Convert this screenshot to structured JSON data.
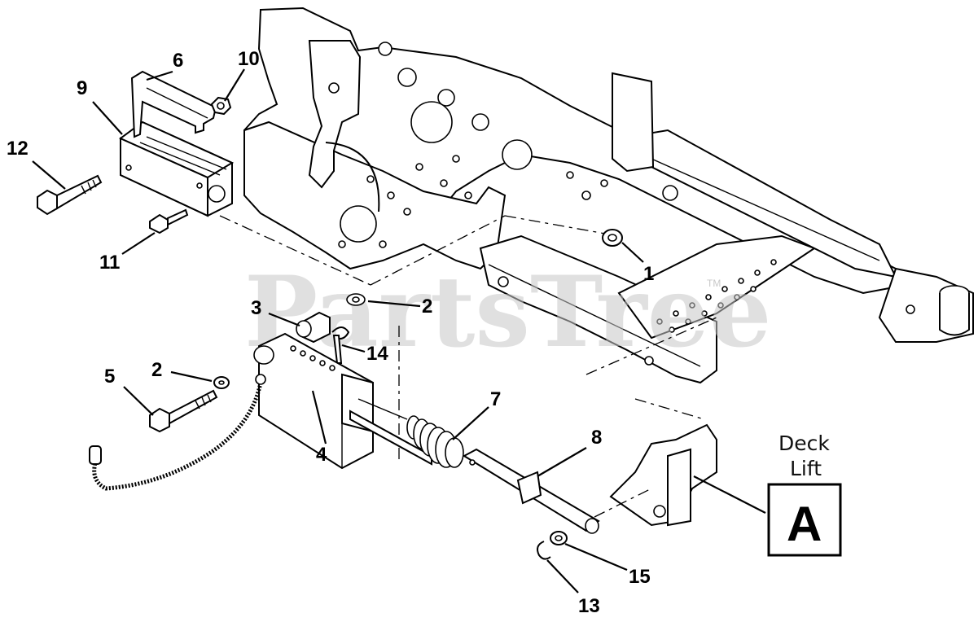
{
  "callouts": [
    {
      "id": "part-1",
      "label": "1"
    },
    {
      "id": "part-2a",
      "label": "2"
    },
    {
      "id": "part-2b",
      "label": "2"
    },
    {
      "id": "part-3",
      "label": "3"
    },
    {
      "id": "part-4",
      "label": "4"
    },
    {
      "id": "part-5",
      "label": "5"
    },
    {
      "id": "part-6",
      "label": "6"
    },
    {
      "id": "part-7",
      "label": "7"
    },
    {
      "id": "part-8",
      "label": "8"
    },
    {
      "id": "part-9",
      "label": "9"
    },
    {
      "id": "part-10",
      "label": "10"
    },
    {
      "id": "part-11",
      "label": "11"
    },
    {
      "id": "part-12",
      "label": "12"
    },
    {
      "id": "part-13",
      "label": "13"
    },
    {
      "id": "part-14",
      "label": "14"
    },
    {
      "id": "part-15",
      "label": "15"
    }
  ],
  "reference": {
    "text_line1": "Deck",
    "text_line2": "Lift",
    "box_letter": "A"
  },
  "watermark": {
    "text": "PartsTree",
    "tm": "TM"
  }
}
